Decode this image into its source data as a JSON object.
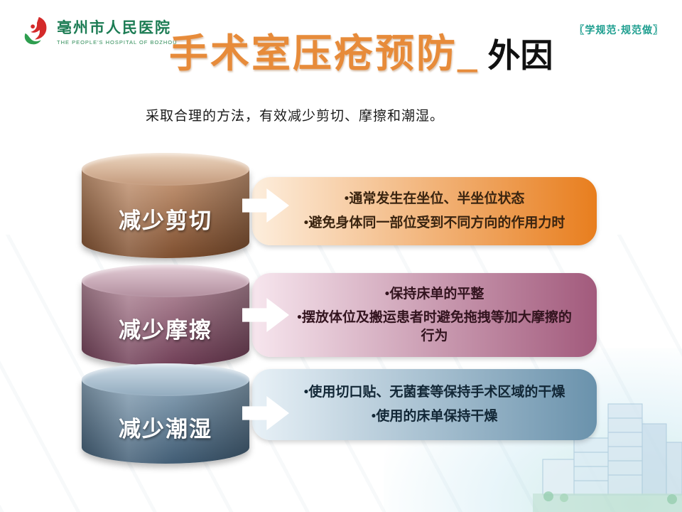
{
  "header": {
    "logo": {
      "name": "亳州市人民医院",
      "subtitle": "THE PEOPLE'S HOSPITAL OF BOZHOU"
    },
    "title_main": "手术室压疮预防_",
    "title_suffix": "外因",
    "corner_tag": "〖学规范·规范做〗",
    "colors": {
      "title_orange": "#e78b3a",
      "title_black": "#111111",
      "tag_teal": "#1d9e8f",
      "logo_green": "#1c7c54"
    }
  },
  "subtitle": "采取合理的方法，有效减少剪切、摩擦和潮湿。",
  "rows": [
    {
      "label": "减少剪切",
      "bullets": [
        "•通常发生在坐位、半坐位状态",
        "•避免身体同一部位受到不同方向的作用力时"
      ],
      "colors": {
        "cylTopA": "#ecd6c0",
        "cylTopB": "#c49a7c",
        "cylA": "#c99a78",
        "cylB": "#7c4c2c",
        "boxA": "#fdeedd",
        "boxB": "#e87e1e",
        "text": "#3a2410"
      }
    },
    {
      "label": "减少摩擦",
      "bullets": [
        "•保持床单的平整",
        "•摆放体位及搬运患者时避免拖拽等加大摩擦的行为"
      ],
      "colors": {
        "cylTopA": "#e3cdd6",
        "cylTopB": "#b28e9e",
        "cylA": "#b38a9a",
        "cylB": "#6e3c54",
        "boxA": "#f7e6ee",
        "boxB": "#a25a7c",
        "text": "#33141f"
      }
    },
    {
      "label": "减少潮湿",
      "bullets": [
        "•使用切口贴、无菌套等保持手术区域的干燥",
        "•使用的床单保持干燥"
      ],
      "colors": {
        "cylTopA": "#cfdde8",
        "cylTopB": "#92abbe",
        "cylA": "#8aa4b8",
        "cylB": "#3e5a72",
        "boxA": "#e8f1f7",
        "boxB": "#6a92ac",
        "text": "#122736"
      }
    }
  ]
}
